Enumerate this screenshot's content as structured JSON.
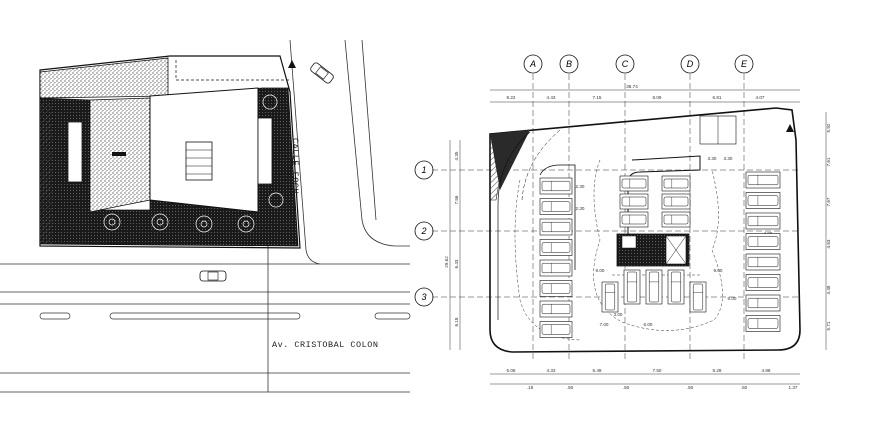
{
  "site_plan": {
    "street_side_label": "CALLE FOCH",
    "street_front_label": "Av. CRISTOBAL COLON"
  },
  "parking_plan": {
    "grid_columns": [
      "A",
      "B",
      "C",
      "D",
      "E"
    ],
    "grid_rows": [
      "1",
      "2",
      "3"
    ],
    "top_dims_row1": [
      "8.22",
      "4.43",
      "7.15",
      "8.09",
      "6.81",
      "4.07"
    ],
    "top_total": "38.74",
    "bottom_dims_row1": [
      "5.06",
      "4.33",
      "6.49",
      "7.50",
      "6.28",
      "4.88"
    ],
    "bottom_dims_row2": [
      ".18",
      ".50",
      ".50",
      ".50",
      ".50",
      "1.37"
    ],
    "left_dims": [
      "4.35",
      "7.56",
      "6.43",
      "6.18"
    ],
    "left_total": "29.62",
    "right_dims": [
      "5.92",
      "7.61",
      "7.67",
      "4.63",
      "4.48",
      "5.71"
    ],
    "inner_dims": [
      "9.00",
      "9.00",
      "4.90",
      "3.30",
      "3.30",
      "2.50",
      "2.50",
      "6.00",
      "2.50",
      "2.30",
      "2.30",
      "7.00",
      "6.00",
      "3.00"
    ],
    "colors": {
      "line": "#111111",
      "hatch": "#555555",
      "dash": "#333333"
    }
  }
}
